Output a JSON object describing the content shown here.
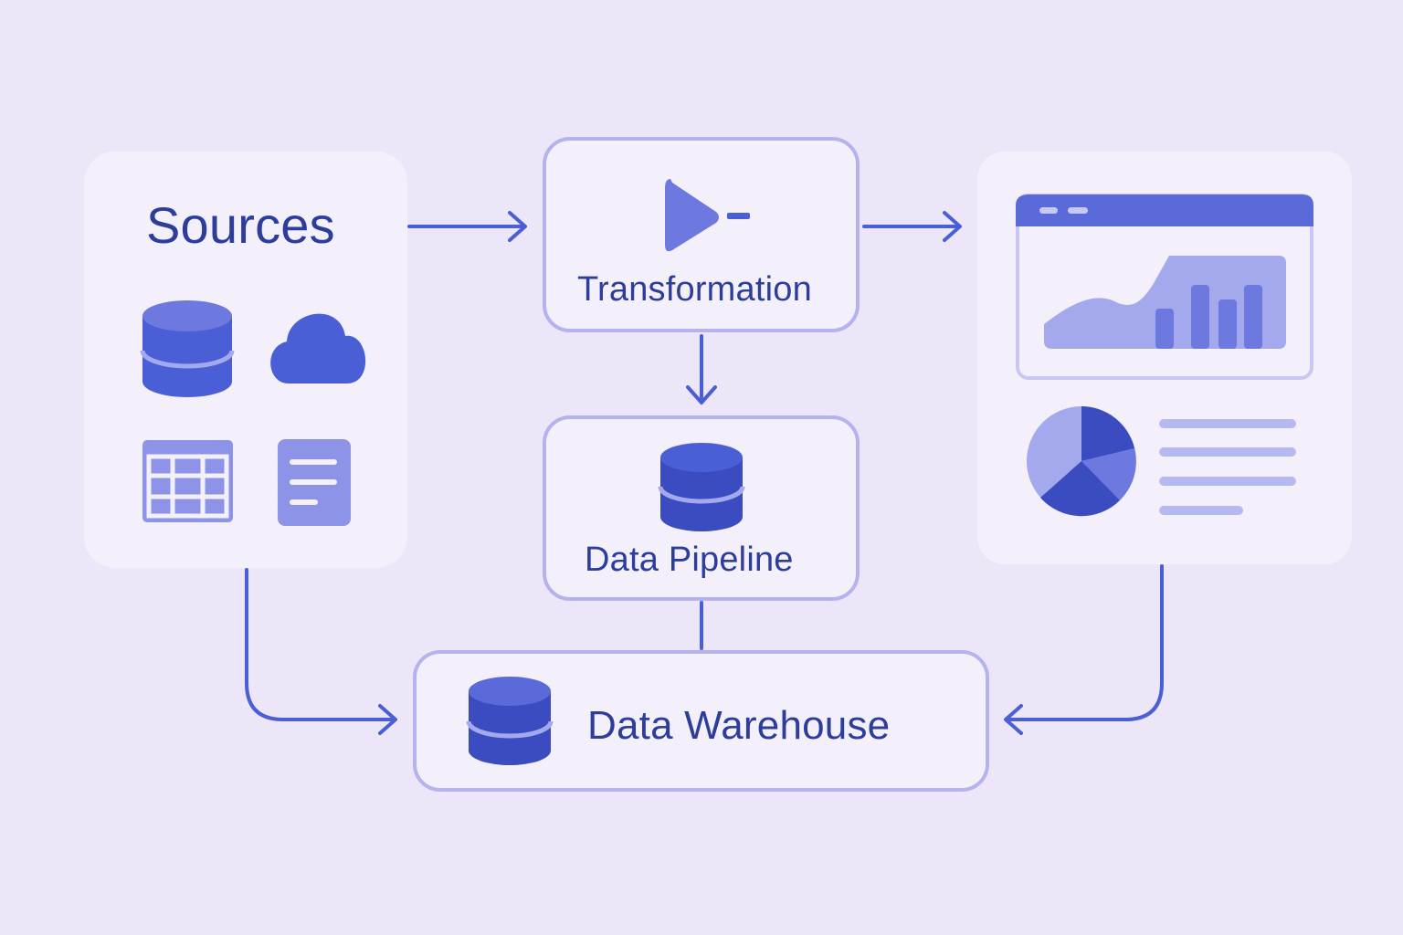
{
  "nodes": {
    "sources": {
      "label": "Sources"
    },
    "transformation": {
      "label": "Transformation"
    },
    "pipeline": {
      "label": "Data Pipeline"
    },
    "warehouse": {
      "label": "Data Warehouse"
    }
  },
  "icons": {
    "sources": [
      "database-icon",
      "cloud-icon",
      "table-grid-icon",
      "document-icon"
    ],
    "transformation": "play-icon",
    "pipeline": "database-icon",
    "warehouse": "database-icon",
    "dashboard": [
      "browser-window-icon",
      "area-bar-chart-icon",
      "pie-chart-icon",
      "text-lines-icon"
    ]
  },
  "edges": [
    {
      "from": "sources",
      "to": "transformation"
    },
    {
      "from": "transformation",
      "to": "dashboard"
    },
    {
      "from": "transformation",
      "to": "pipeline"
    },
    {
      "from": "pipeline",
      "to": "warehouse"
    },
    {
      "from": "sources",
      "to": "warehouse"
    },
    {
      "from": "dashboard",
      "to": "warehouse"
    }
  ],
  "colors": {
    "background": "#ede6f8",
    "card": "#f4f0fb",
    "border": "#b6b2ee",
    "primary": "#4a5fd6",
    "dark": "#3a4cc0",
    "light": "#8d93e6",
    "lighter": "#a4a9ee",
    "text": "#2c3d9c"
  }
}
